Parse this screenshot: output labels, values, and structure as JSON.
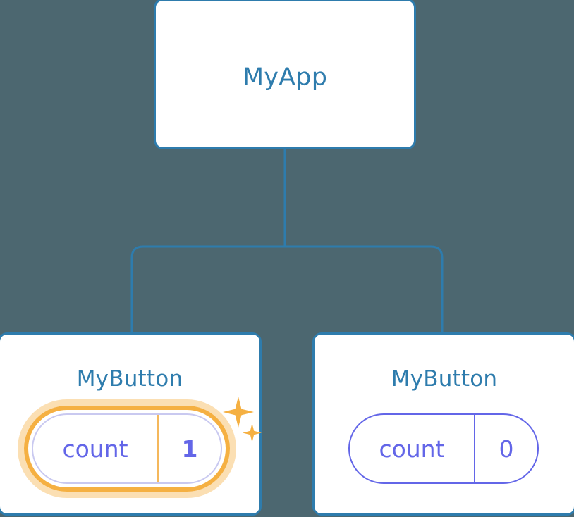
{
  "diagram": {
    "title": "component-tree",
    "background_color": "#4c6770",
    "accent_color": "#2e7cad",
    "state_color": "#6366e8",
    "highlight_color": "#f5b042"
  },
  "root": {
    "label": "MyApp"
  },
  "children": [
    {
      "label": "MyButton",
      "state": {
        "key": "count",
        "value": "1"
      },
      "highlighted": true,
      "sparkle_big": "sparkle-icon",
      "sparkle_small": "sparkle-icon"
    },
    {
      "label": "MyButton",
      "state": {
        "key": "count",
        "value": "0"
      },
      "highlighted": false
    }
  ]
}
